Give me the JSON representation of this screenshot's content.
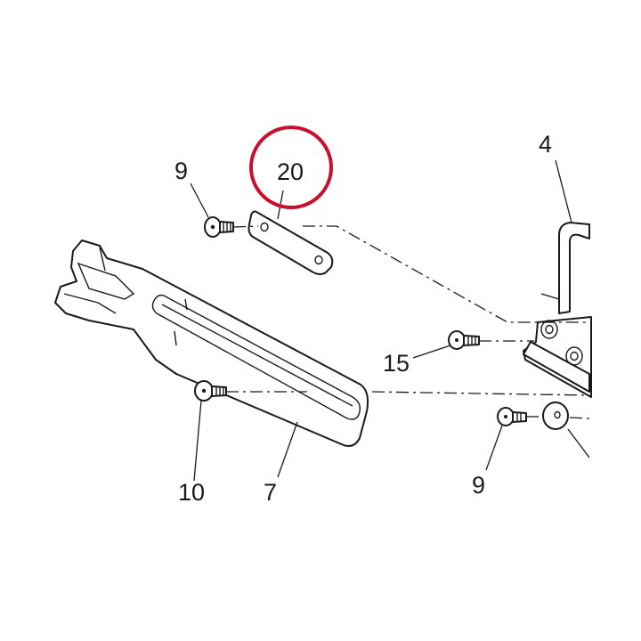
{
  "callouts": [
    {
      "id": "callout-9-top",
      "text": "9"
    },
    {
      "id": "callout-20",
      "text": "20"
    },
    {
      "id": "callout-4",
      "text": "4"
    },
    {
      "id": "callout-15",
      "text": "15"
    },
    {
      "id": "callout-10",
      "text": "10"
    },
    {
      "id": "callout-7",
      "text": "7"
    },
    {
      "id": "callout-9-bottom",
      "text": "9"
    }
  ],
  "highlight": {
    "color": "#c8102e"
  },
  "line_color": "#1a1a1a"
}
